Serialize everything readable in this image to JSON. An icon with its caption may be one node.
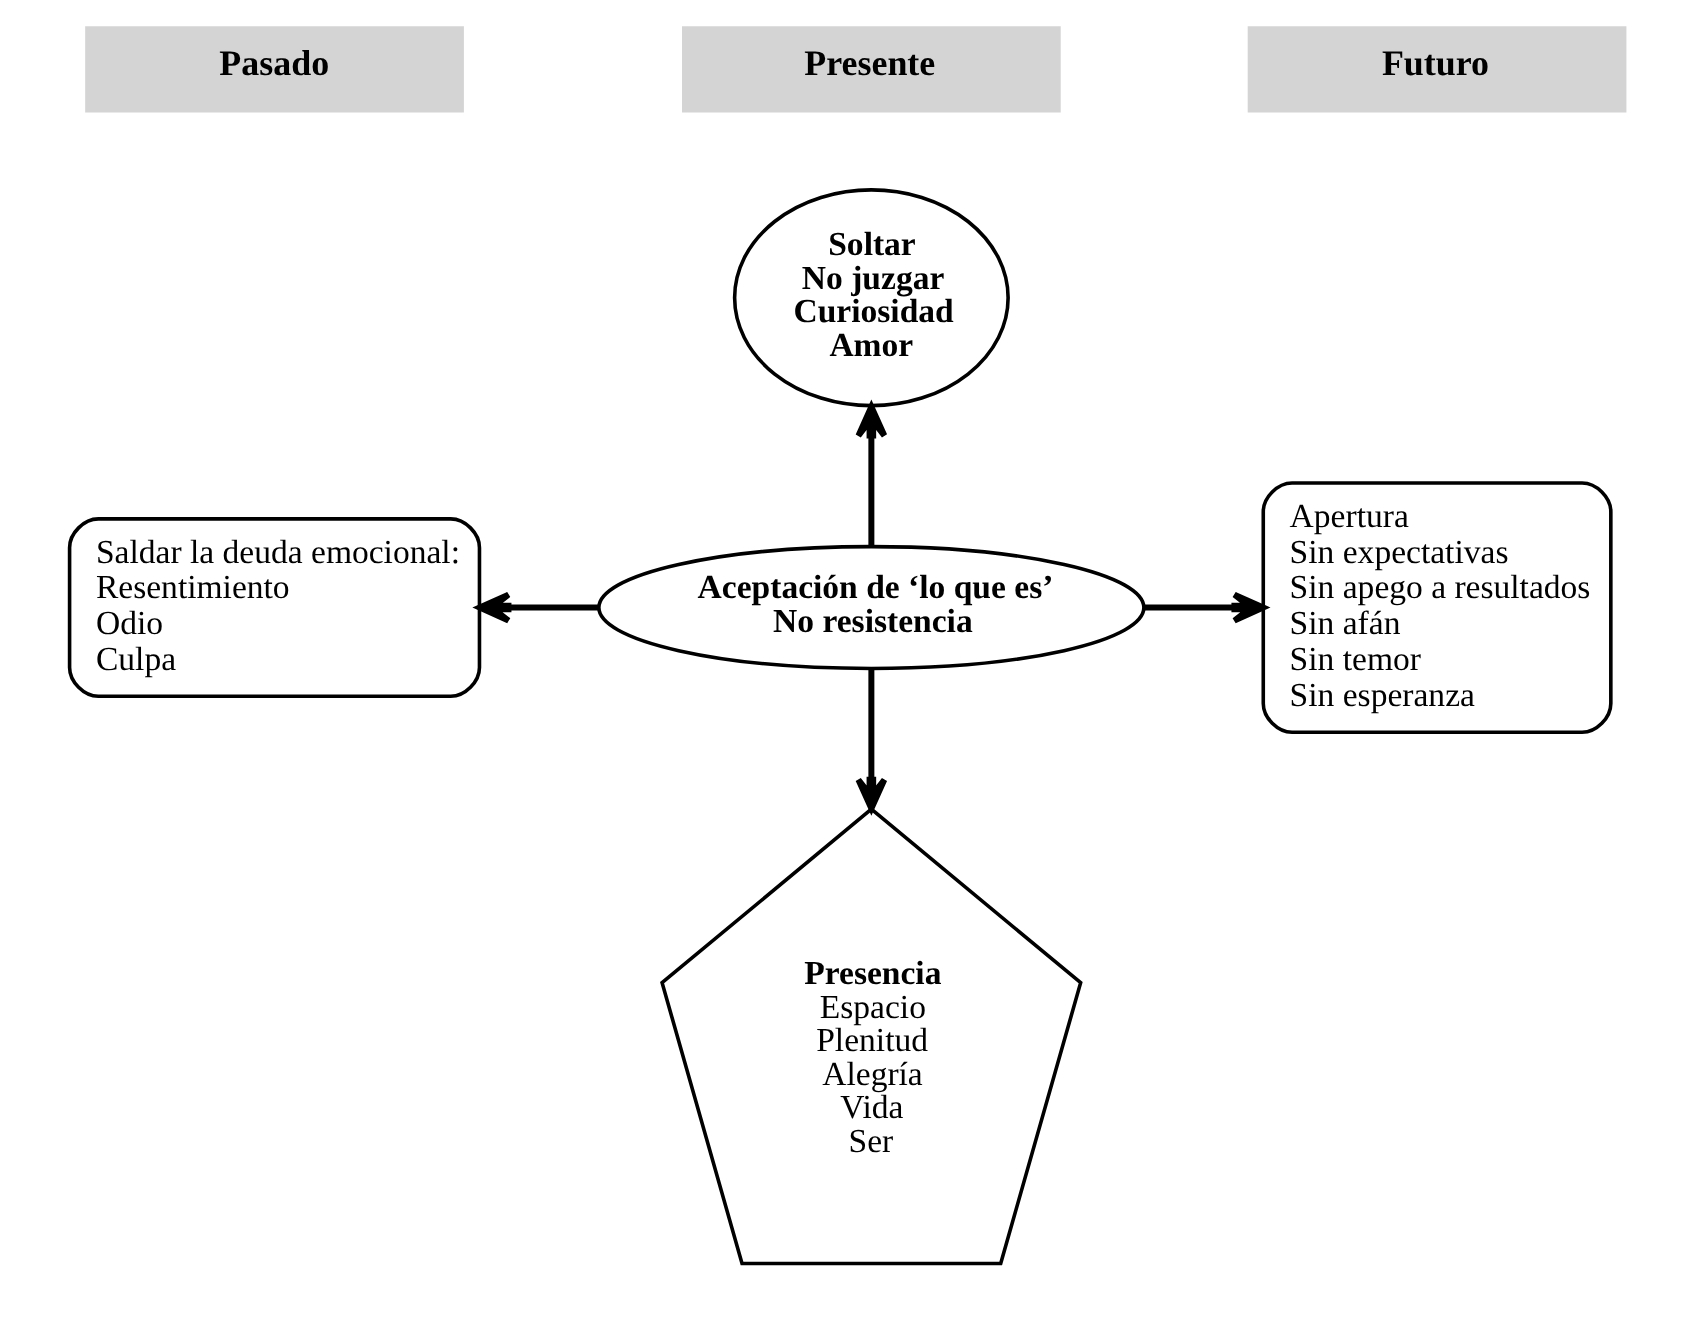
{
  "diagram": {
    "nodes": [
      {
        "text": [
          "Soltar",
          "No juzgar",
          "Curiosidad",
          "Amor"
        ]
      },
      {
        "text": [
          "Saldar la deuda emocional:",
          "Resentimiento",
          "Odio",
          "Culpa"
        ]
      },
      {
        "text": [
          "Aceptación de ‘lo que es’",
          "No resistencia"
        ]
      },
      {
        "text": [
          "Apertura",
          "Sin expectativas",
          "Sin apego a resultados",
          "Sin afán",
          "Sin temor",
          "Sin esperanza"
        ]
      },
      {
        "text": [
          "Presencia",
          "Espacio",
          "Plenitud",
          "Alegría",
          "Vida",
          "Ser"
        ]
      }
    ],
    "edges": [
      {
        "from": 2,
        "to": 0,
        "arrow": "to"
      },
      {
        "from": 2,
        "to": 1,
        "arrow": "to"
      },
      {
        "from": 2,
        "to": 3,
        "arrow": "to"
      },
      {
        "from": 2,
        "to": 4,
        "arrow": "to"
      }
    ],
    "labels": [
      "Pasado",
      "Presente",
      "Futuro"
    ]
  }
}
